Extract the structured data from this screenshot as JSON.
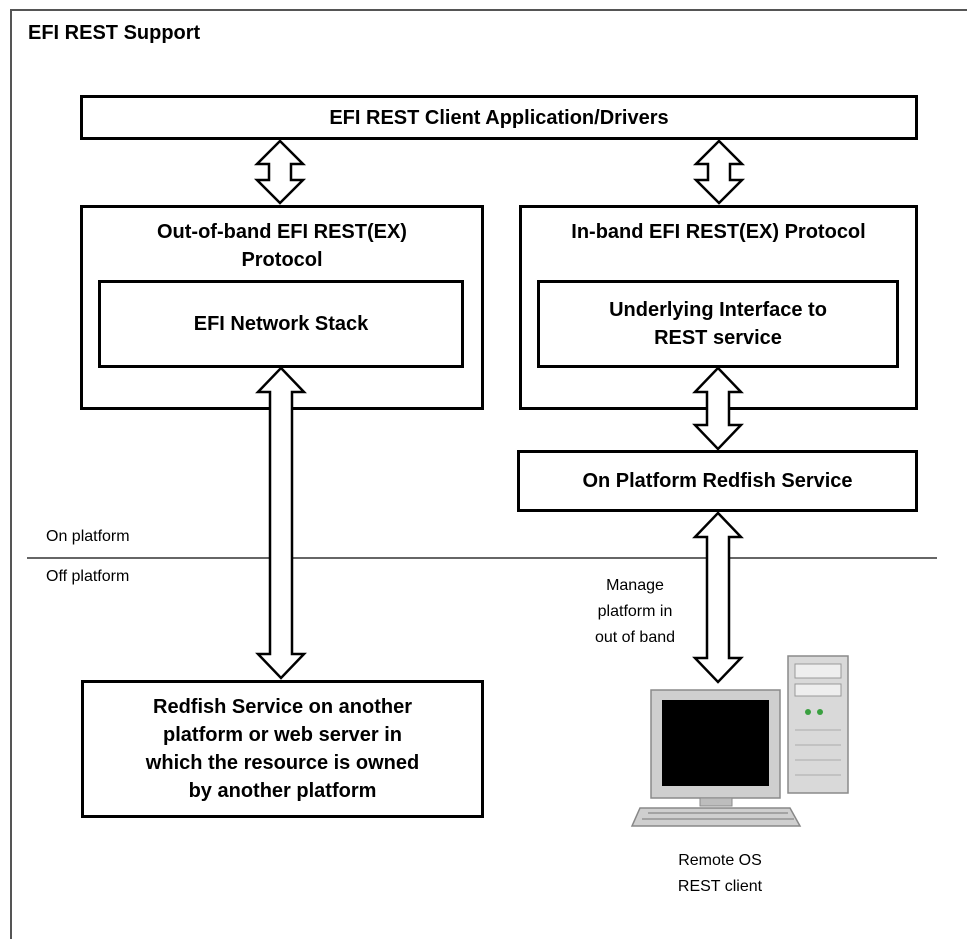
{
  "title": "EFI REST Support",
  "client_app": "EFI REST Client Application/Drivers",
  "outband": {
    "title_line1": "Out-of-band EFI REST(EX)",
    "title_line2": "Protocol",
    "inner": "EFI Network Stack"
  },
  "inband": {
    "title": "In-band EFI REST(EX) Protocol",
    "inner_line1": "Underlying Interface to",
    "inner_line2": "REST service"
  },
  "onplatform_service": "On Platform Redfish Service",
  "divider": {
    "on": "On platform",
    "off": "Off platform"
  },
  "manage": [
    "Manage",
    "platform in",
    "out of band"
  ],
  "remote_service": [
    "Redfish Service on another",
    "platform or web server in",
    "which the resource is owned",
    "by another platform"
  ],
  "remote_client": [
    "Remote OS",
    "REST client"
  ],
  "icons": {
    "arrow": "double-arrow-icon",
    "computer": "desktop-computer-icon"
  }
}
